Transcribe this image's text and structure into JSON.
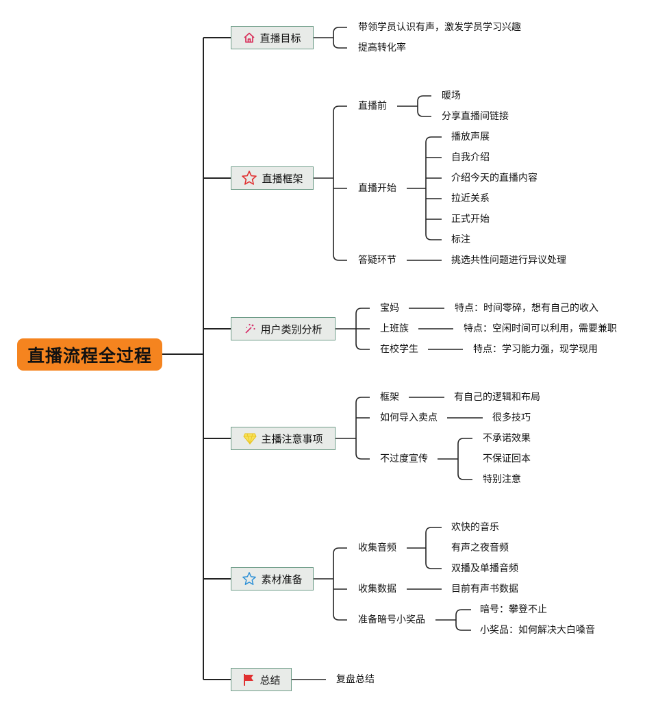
{
  "root": "直播流程全过程",
  "branches": [
    {
      "label": "直播目标",
      "icon": "home-icon",
      "children": [
        {
          "label": "带领学员认识有声，激发学员学习兴趣"
        },
        {
          "label": "提高转化率"
        }
      ]
    },
    {
      "label": "直播框架",
      "icon": "star-outline-red-icon",
      "children": [
        {
          "label": "直播前",
          "children": [
            "暖场",
            "分享直播间链接"
          ]
        },
        {
          "label": "直播开始",
          "children": [
            "播放声展",
            "自我介绍",
            "介绍今天的直播内容",
            "拉近关系",
            "正式开始",
            "标注"
          ]
        },
        {
          "label": "答疑环节",
          "children": [
            "挑选共性问题进行异议处理"
          ]
        }
      ]
    },
    {
      "label": "用户类别分析",
      "icon": "magic-wand-icon",
      "children": [
        {
          "label": "宝妈",
          "children": [
            "特点：时间零碎，想有自己的收入"
          ]
        },
        {
          "label": "上班族",
          "children": [
            "特点：空闲时间可以利用，需要兼职"
          ]
        },
        {
          "label": "在校学生",
          "children": [
            "特点：学习能力强，现学现用"
          ]
        }
      ]
    },
    {
      "label": "主播注意事项",
      "icon": "gem-icon",
      "children": [
        {
          "label": "框架",
          "children": [
            "有自己的逻辑和布局"
          ]
        },
        {
          "label": "如何导入卖点",
          "children": [
            "很多技巧"
          ]
        },
        {
          "label": "不过度宣传",
          "children": [
            "不承诺效果",
            "不保证回本",
            "特别注意"
          ]
        }
      ]
    },
    {
      "label": "素材准备",
      "icon": "star-outline-blue-icon",
      "children": [
        {
          "label": "收集音频",
          "children": [
            "欢快的音乐",
            "有声之夜音频",
            "双播及单播音频"
          ]
        },
        {
          "label": "收集数据",
          "children": [
            "目前有声书数据"
          ]
        },
        {
          "label": "准备暗号小奖品",
          "children": [
            "暗号：攀登不止",
            "小奖品：如何解决大白嗓音"
          ]
        }
      ]
    },
    {
      "label": "总结",
      "icon": "red-flag-icon",
      "children": [
        {
          "label": "复盘总结"
        }
      ]
    }
  ],
  "colors": {
    "root_fill": "#f5841f",
    "box_fill": "#e8ebe8",
    "box_border": "#6c9b86",
    "line": "#222222"
  }
}
